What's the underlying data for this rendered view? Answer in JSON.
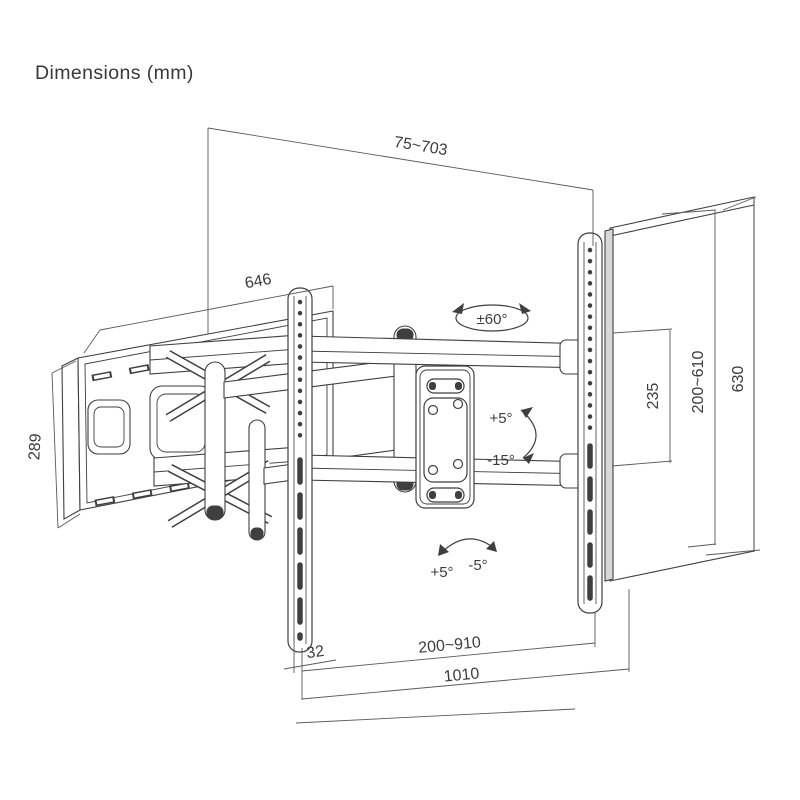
{
  "header": {
    "title": "Dimensions (mm)",
    "units": "mm"
  },
  "diagram": {
    "subject": "full-motion articulating TV wall mount, perspective line drawing",
    "style": {
      "line_color": "#3f3f3f",
      "dim_line_color": "#5a5a5a",
      "text_color": "#3c3c3c",
      "background": "#ffffff"
    }
  },
  "labels": {
    "extension": "75~703",
    "plate_width": "646",
    "plate_height": "289",
    "swivel": "±60°",
    "tilt_up": "+5°",
    "tilt_down": "-15°",
    "level_pos": "+5°",
    "level_neg": "-5°",
    "vesa_vertical": "235",
    "height_range": "200~610",
    "bracket_height": "630",
    "rail_width": "32",
    "width_range": "200~910",
    "total_width": "1010"
  }
}
